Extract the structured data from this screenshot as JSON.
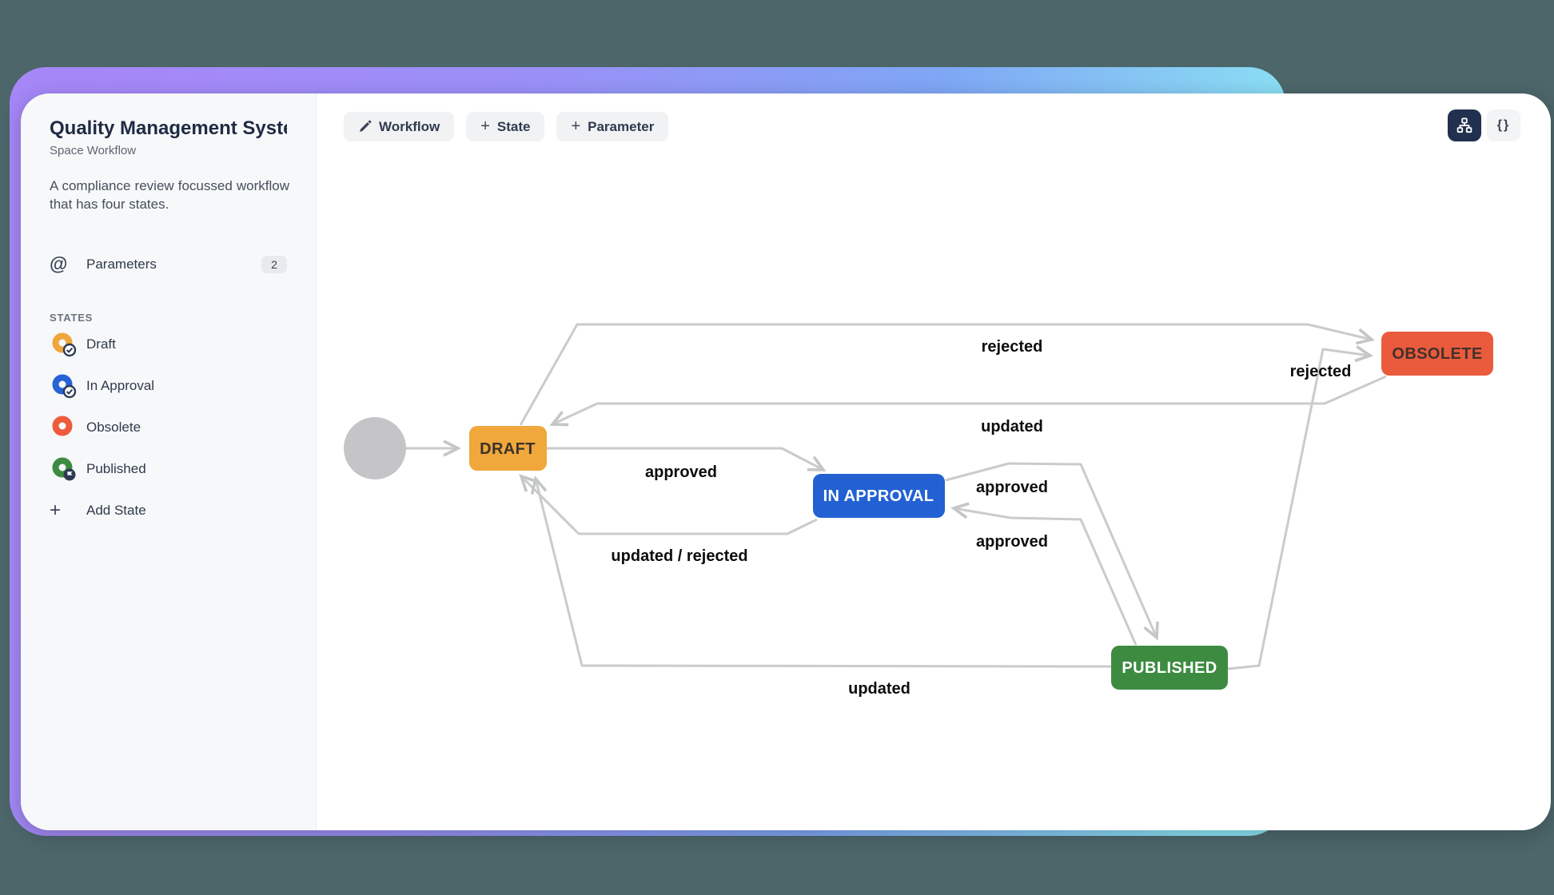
{
  "sidebar": {
    "title": "Quality Management Syste...",
    "subtitle": "Space Workflow",
    "description": "A compliance review focussed workflow that has four states.",
    "parameters": {
      "label": "Parameters",
      "count": "2",
      "icon": "at-icon"
    },
    "states_header": "STATES",
    "states": [
      {
        "label": "Draft",
        "color": "#EFA63C",
        "badge": "check"
      },
      {
        "label": "In Approval",
        "color": "#2563D6",
        "badge": "check"
      },
      {
        "label": "Obsolete",
        "color": "#EE5B3A",
        "badge": "none"
      },
      {
        "label": "Published",
        "color": "#3D8B41",
        "badge": "flag"
      }
    ],
    "add_state_label": "Add State"
  },
  "toolbar": {
    "workflow_label": "Workflow",
    "state_label": "State",
    "parameter_label": "Parameter",
    "plus": "+",
    "code_view_label": "{}"
  },
  "diagram": {
    "nodes": {
      "start": {
        "label": "",
        "color": "#C5C5C7"
      },
      "draft": {
        "label": "DRAFT",
        "color": "#F0A73B",
        "text_color": "#3A332A"
      },
      "in_approval": {
        "label": "IN APPROVAL",
        "color": "#2361D3",
        "text_color": "#FFFFFF"
      },
      "obsolete": {
        "label": "OBSOLETE",
        "color": "#E95B3C",
        "text_color": "#44302A"
      },
      "published": {
        "label": "PUBLISHED",
        "color": "#3D8B41",
        "text_color": "#FFFFFF"
      }
    },
    "edges": [
      {
        "from": "start",
        "to": "draft",
        "label": ""
      },
      {
        "from": "draft",
        "to": "obsolete",
        "label": "rejected"
      },
      {
        "from": "obsolete",
        "to": "draft",
        "label": "updated"
      },
      {
        "from": "draft",
        "to": "in_approval",
        "label": "approved"
      },
      {
        "from": "in_approval",
        "to": "draft",
        "label": "updated / rejected"
      },
      {
        "from": "in_approval",
        "to": "published",
        "label": "approved"
      },
      {
        "from": "published",
        "to": "in_approval",
        "label": "approved"
      },
      {
        "from": "published",
        "to": "draft",
        "label": "updated"
      },
      {
        "from": "published",
        "to": "obsolete",
        "label": "rejected"
      }
    ]
  }
}
